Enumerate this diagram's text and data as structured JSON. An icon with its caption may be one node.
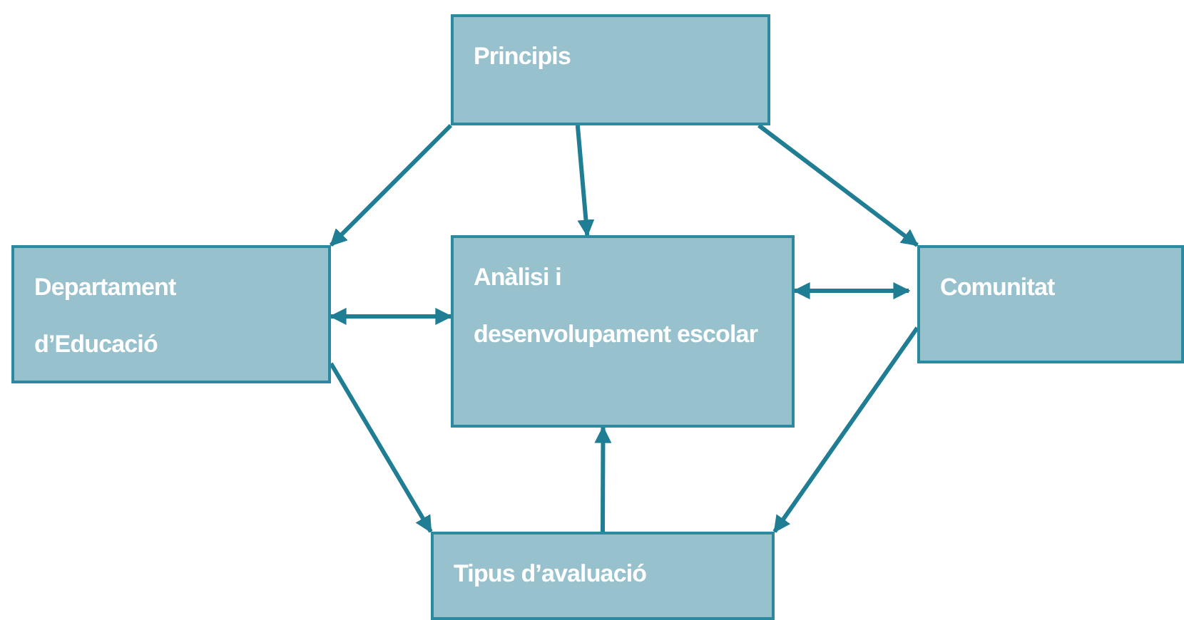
{
  "diagram": {
    "nodes": [
      {
        "text": [
          "Principis"
        ]
      },
      {
        "text": [
          "Departament d’Educació"
        ]
      },
      {
        "text": [
          "Anàlisi i desenvolupament escolar"
        ]
      },
      {
        "text": [
          "Comunitat"
        ]
      },
      {
        "text": [
          "Tipus d’avaluació"
        ]
      }
    ],
    "edges": [
      {
        "from": 0,
        "to": 1,
        "arrow": "to"
      },
      {
        "from": 0,
        "to": 2,
        "arrow": "to"
      },
      {
        "from": 0,
        "to": 3,
        "arrow": "to"
      },
      {
        "from": 1,
        "to": 2,
        "arrow": "both"
      },
      {
        "from": 2,
        "to": 3,
        "arrow": "both"
      },
      {
        "from": 1,
        "to": 4,
        "arrow": "to"
      },
      {
        "from": 3,
        "to": 4,
        "arrow": "to"
      },
      {
        "from": 4,
        "to": 2,
        "arrow": "to"
      }
    ]
  }
}
